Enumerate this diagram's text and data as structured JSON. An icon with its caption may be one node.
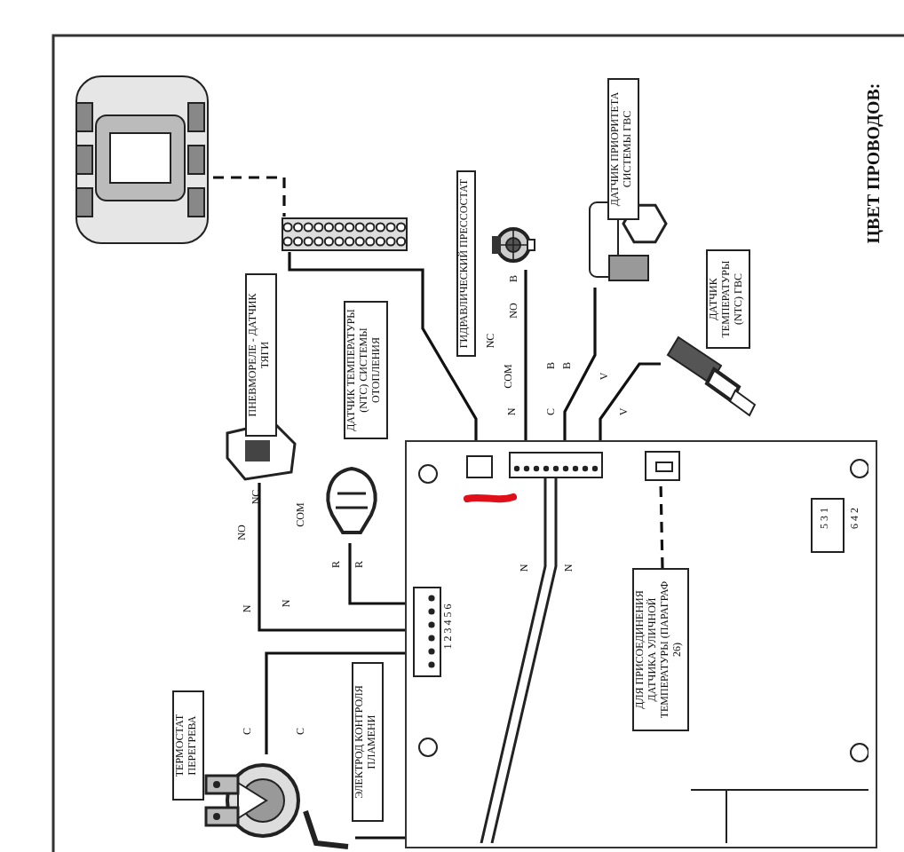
{
  "diagram": {
    "nodes": [
      {
        "text": [
          "ДАТЧИК ПРИОРИТЕТА СИСТЕМЫ ГВС"
        ]
      },
      {
        "text": [
          "ГИДРАВЛИЧЕСКИЙ ПРЕССОСТАТ"
        ]
      },
      {
        "text": [
          "ДАТЧИК ТЕМПЕРАТУРЫ (NTC) ГВС"
        ]
      },
      {
        "text": [
          "ПНЕВМОРЕЛЕ - ДАТЧИК ТЯГИ"
        ]
      },
      {
        "text": [
          "ДАТЧИК ТЕМПЕРАТУРЫ (NTC) СИСТЕМЫ ОТОПЛЕНИЯ"
        ]
      },
      {
        "text": [
          "ТЕРМОСТАТ ПЕРЕГРЕВА"
        ]
      },
      {
        "text": [
          "ЭЛЕКТРОД КОНТРОЛЯ ПЛАМЕНИ"
        ]
      },
      {
        "text": [
          "ДЛЯ ПРИСОЕДИНЕНИЯ ДАТЧИКА УЛИЧНОЙ ТЕМПЕРАТУРЫ (ПАРАГРАФ 26)"
        ],
        "in": 17
      },
      {
        "text": [],
        "shape": "picture"
      },
      {
        "text": [],
        "shape": "picture"
      },
      {
        "text": [],
        "shape": "picture"
      },
      {
        "text": [],
        "shape": "picture"
      },
      {
        "text": [],
        "shape": "picture"
      },
      {
        "text": [],
        "shape": "picture"
      },
      {
        "text": [],
        "shape": "picture"
      },
      {
        "text": [],
        "shape": "picture"
      },
      {
        "text": [],
        "shape": "picture"
      },
      {
        "text": [],
        "shape": "box"
      },
      {
        "text": [],
        "shape": "box",
        "in": 17
      }
    ],
    "edges": [
      {
        "from": 8,
        "to": 9,
        "arrow": "none",
        "style": "dashed"
      },
      {
        "from": 9,
        "to": 17,
        "arrow": "none"
      },
      {
        "from": 10,
        "to": 17,
        "arrow": "none"
      },
      {
        "from": 11,
        "to": 17,
        "arrow": "none"
      },
      {
        "from": 12,
        "to": 17,
        "arrow": "none"
      },
      {
        "from": 13,
        "to": 17,
        "arrow": "none"
      },
      {
        "from": 14,
        "to": 17,
        "arrow": "none"
      },
      {
        "from": 15,
        "to": 17,
        "arrow": "none"
      },
      {
        "from": 16,
        "to": 17,
        "arrow": "none"
      },
      {
        "from": 7,
        "to": 18,
        "arrow": "none",
        "style": "dashed"
      }
    ],
    "labels": [
      "ЦВЕТ ПРОВОДОВ:",
      "B",
      "NO",
      "NC",
      "COM",
      "N",
      "B",
      "C",
      "B",
      "V",
      "V",
      "NC",
      "NO",
      "COM",
      "R",
      "R",
      "N",
      "N",
      "1 2 3 4 5 6",
      "N",
      "N",
      "C",
      "C",
      "5 3 1",
      "6 4 2"
    ]
  }
}
